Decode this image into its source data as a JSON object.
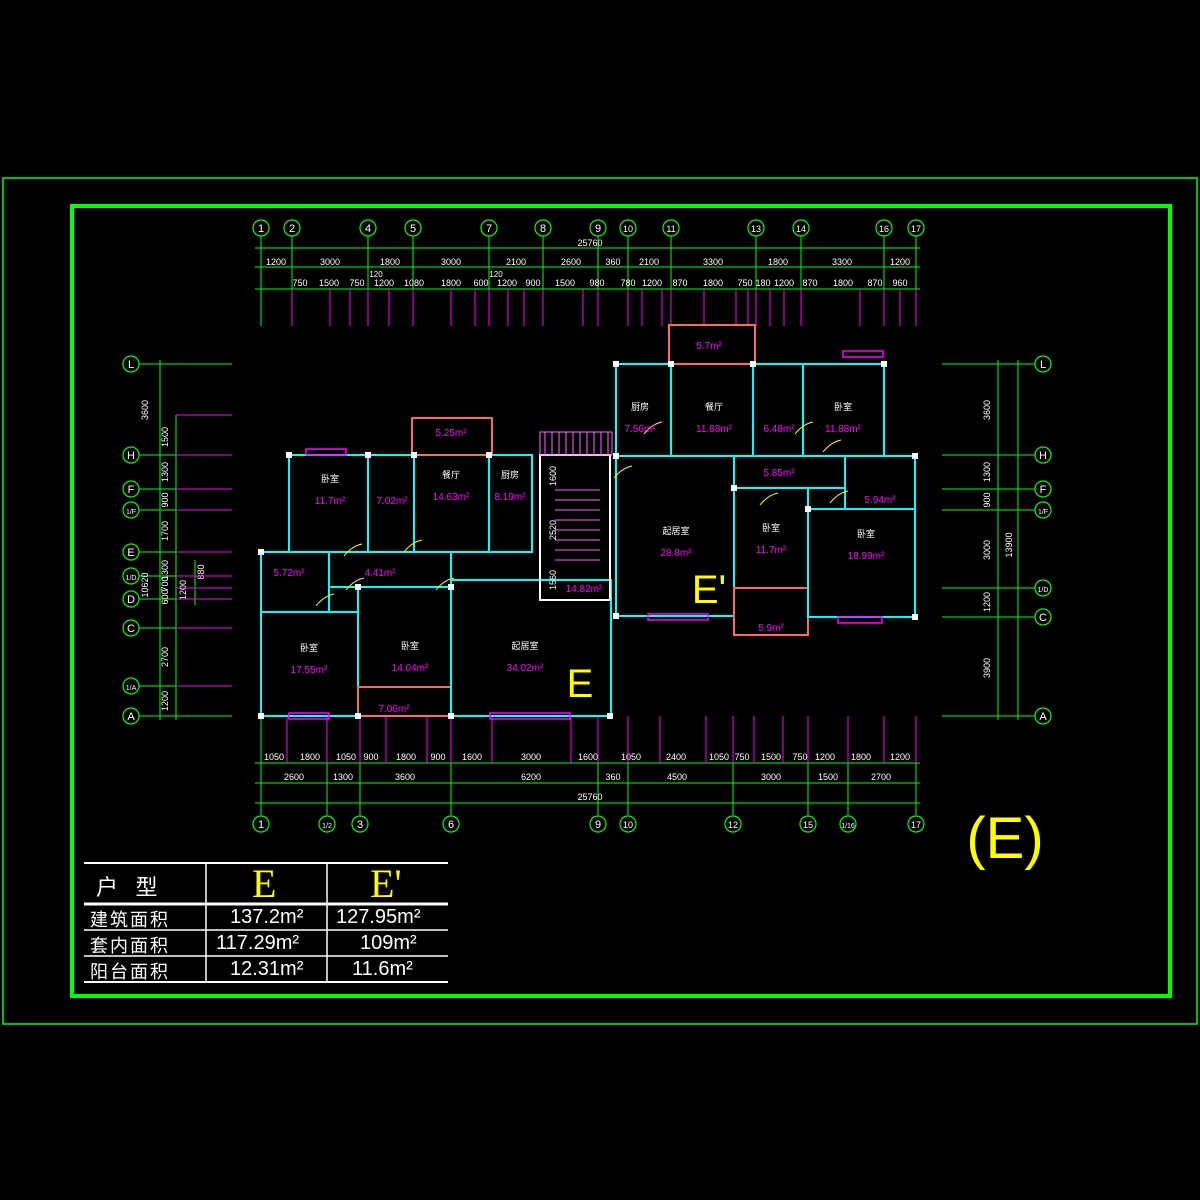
{
  "colors": {
    "background": "#000000",
    "frame": "#00ff00",
    "grid_line": "#00ff00",
    "dimension": "#ff00ff",
    "text": "#ffffff",
    "room_area": "#ff00ff",
    "wall": "#00ffff",
    "unit_label": "#ffff00",
    "window": "#ff00ff",
    "door": "#ffff00"
  },
  "overall_dims": {
    "top": "25760",
    "bottom": "25760"
  },
  "top_axes": [
    "1",
    "2",
    "4",
    "5",
    "7",
    "8",
    "9",
    "10",
    "11",
    "13",
    "14",
    "16",
    "17"
  ],
  "bottom_axes": [
    "1",
    "1/2",
    "3",
    "6",
    "9",
    "10",
    "12",
    "15",
    "1/16",
    "17"
  ],
  "left_axes": [
    "L",
    "H",
    "F",
    "1/F",
    "E",
    "1/D",
    "D",
    "C",
    "1/A",
    "A"
  ],
  "right_axes": [
    "L",
    "H",
    "F",
    "1/F",
    "1/D",
    "C",
    "A"
  ],
  "top_dim_row1": [
    "1200",
    "3000",
    "1800",
    "3000",
    "2100",
    "2600",
    "360",
    "2100",
    "3300",
    "1800",
    "3300",
    "1200"
  ],
  "top_dim_row2": [
    "750",
    "1500",
    "750",
    "1200",
    "1080",
    "1800",
    "600",
    "1200",
    "900",
    "1500",
    "980",
    "780",
    "1200",
    "870",
    "1800",
    "750",
    "180",
    "1200",
    "870",
    "1800",
    "870",
    "960"
  ],
  "top_small": [
    "120",
    "120"
  ],
  "bottom_dim_row1": [
    "1050",
    "1800",
    "1050",
    "900",
    "1800",
    "900",
    "1600",
    "3000",
    "1600",
    "1050",
    "2400",
    "1050",
    "750",
    "1500",
    "750",
    "1200",
    "1800",
    "1200"
  ],
  "bottom_dim_row2": [
    "2600",
    "1300",
    "3600",
    "6200",
    "360",
    "4500",
    "3000",
    "1500",
    "2700"
  ],
  "left_dims": [
    "3600",
    "1500",
    "1300",
    "900",
    "1700",
    "10620",
    "700",
    "600",
    "1300",
    "1200",
    "880",
    "2700",
    "1200"
  ],
  "right_dims": [
    "3600",
    "1300",
    "900",
    "3000",
    "13900",
    "1200",
    "3900"
  ],
  "rooms": [
    {
      "area": "5.25m²",
      "name": ""
    },
    {
      "area": "11.7m²",
      "name": "卧室"
    },
    {
      "area": "7.02m²",
      "name": ""
    },
    {
      "area": "14.63m²",
      "name": "餐厅"
    },
    {
      "area": "8.19m²",
      "name": "厨房"
    },
    {
      "area": "5.72m²",
      "name": ""
    },
    {
      "area": "4.41m²",
      "name": ""
    },
    {
      "area": "17.55m²",
      "name": "卧室"
    },
    {
      "area": "14.04m²",
      "name": "卧室"
    },
    {
      "area": "34.02m²",
      "name": "起居室"
    },
    {
      "area": "7.06m²",
      "name": ""
    },
    {
      "area": "14.82m²",
      "name": ""
    },
    {
      "area": "5.7m²",
      "name": ""
    },
    {
      "area": "7.56m²",
      "name": "厨房"
    },
    {
      "area": "11.88m²",
      "name": "餐厅"
    },
    {
      "area": "6.48m²",
      "name": ""
    },
    {
      "area": "11.88m²",
      "name": "卧室"
    },
    {
      "area": "5.85m²",
      "name": ""
    },
    {
      "area": "28.8m²",
      "name": "起居室"
    },
    {
      "area": "11.7m²",
      "name": "卧室"
    },
    {
      "area": "18.99m²",
      "name": "卧室"
    },
    {
      "area": "5.94m²",
      "name": ""
    },
    {
      "area": "5.9m²",
      "name": ""
    }
  ],
  "stair_dims": [
    "1600",
    "2520",
    "1560"
  ],
  "unit_labels": {
    "left": "E",
    "right": "E'"
  },
  "title_label": "(E)",
  "table": {
    "header": {
      "label": "户 型",
      "col1": "E",
      "col2": "E'"
    },
    "rows": [
      {
        "label": "建筑面积",
        "col1": "137.2m²",
        "col2": "127.95m²"
      },
      {
        "label": "套内面积",
        "col1": "117.29m²",
        "col2": "109m²"
      },
      {
        "label": "阳台面积",
        "col1": "12.31m²",
        "col2": "11.6m²"
      }
    ]
  }
}
